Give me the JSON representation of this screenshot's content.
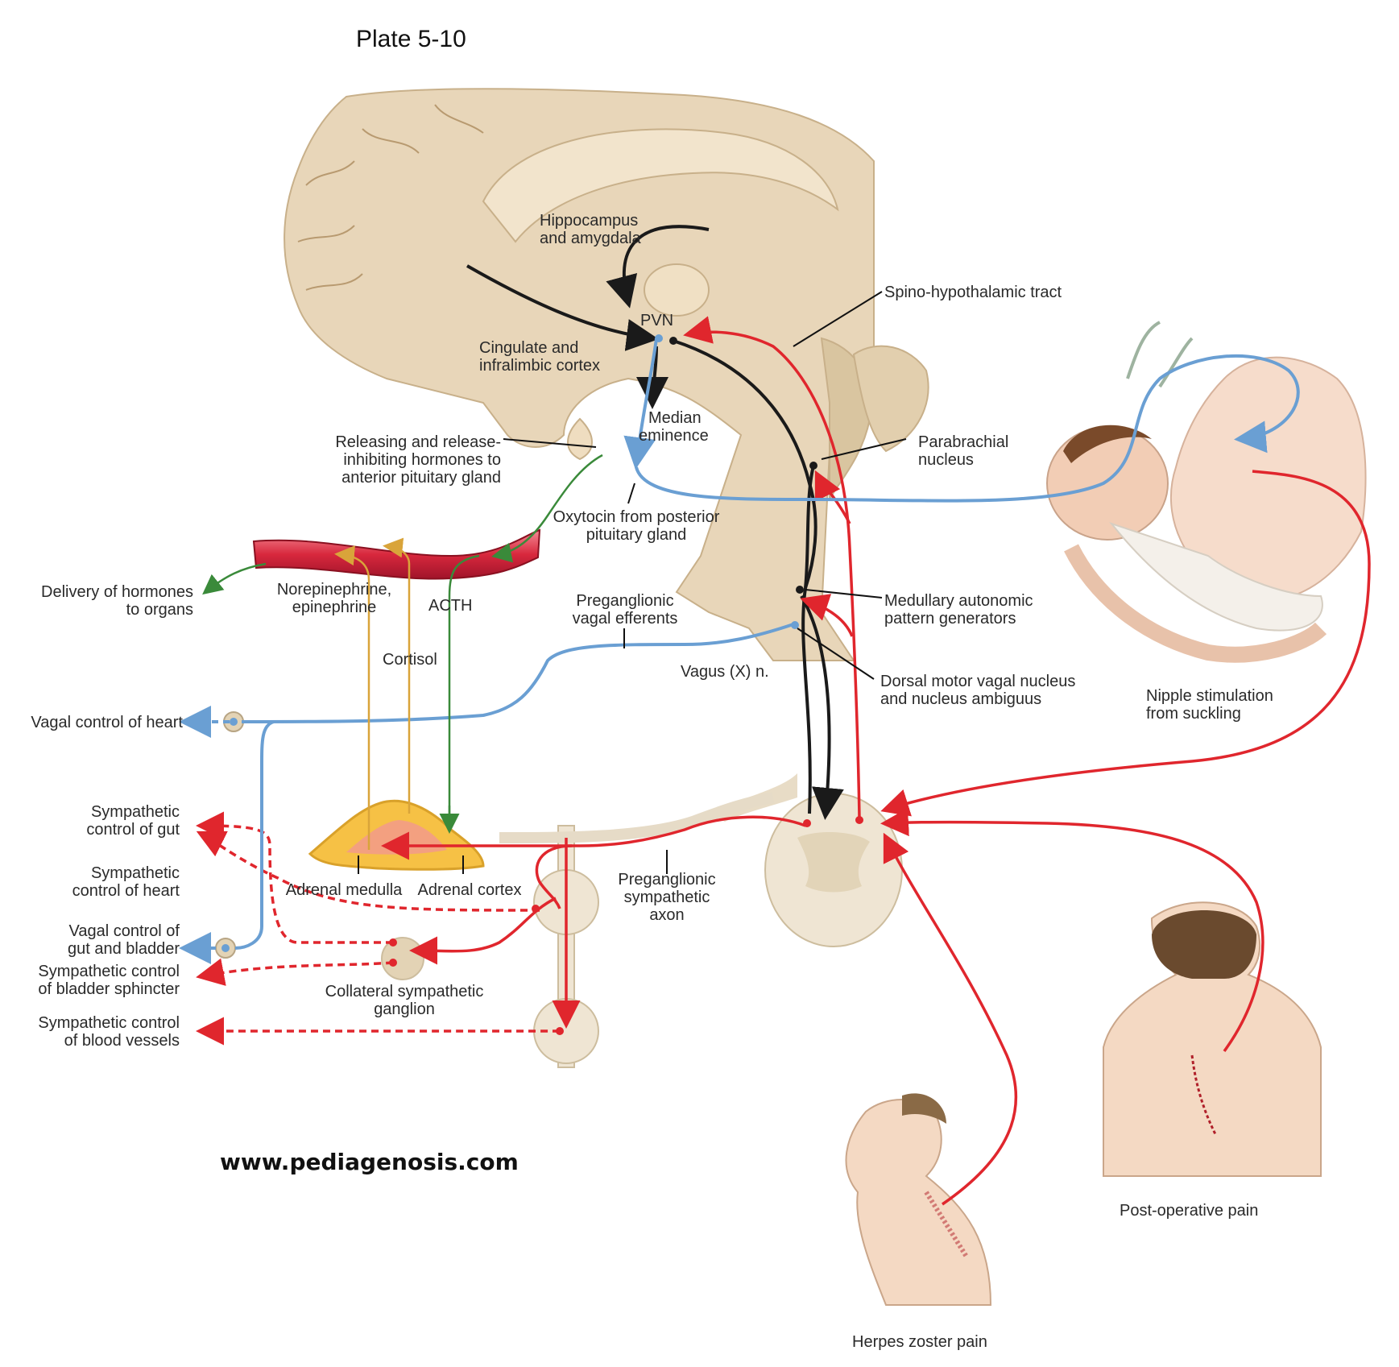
{
  "plate_title": "Plate 5-10",
  "website": "www.pediagenosis.com",
  "labels": {
    "hippocampus": [
      "Hippocampus",
      "and amygdala"
    ],
    "pvn": "PVN",
    "cingulate": [
      "Cingulate and",
      "infralimbic cortex"
    ],
    "spino": "Spino-hypothalamic tract",
    "median": [
      "Median",
      "eminence"
    ],
    "releasing": [
      "Releasing and release-",
      "inhibiting hormones to",
      "anterior pituitary gland"
    ],
    "parabrachial": [
      "Parabrachial",
      "nucleus"
    ],
    "oxytocin": [
      "Oxytocin from posterior",
      "pituitary gland"
    ],
    "delivery": [
      "Delivery of hormones",
      "to organs"
    ],
    "norepi": [
      "Norepinephrine,",
      "epinephrine"
    ],
    "acth": "ACTH",
    "preganglionic_vagal": [
      "Preganglionic",
      "vagal efferents"
    ],
    "medullary": [
      "Medullary autonomic",
      "pattern generators"
    ],
    "cortisol": "Cortisol",
    "vagus": "Vagus (X) n.",
    "dorsal": [
      "Dorsal motor vagal nucleus",
      "and nucleus ambiguus"
    ],
    "nipple": [
      "Nipple stimulation",
      "from suckling"
    ],
    "vagal_heart": "Vagal control of heart",
    "symp_gut": [
      "Sympathetic",
      "control of gut"
    ],
    "symp_heart": [
      "Sympathetic",
      "control of heart"
    ],
    "adrenal_medulla": "Adrenal medulla",
    "adrenal_cortex": "Adrenal cortex",
    "preganglionic_symp": [
      "Preganglionic",
      "sympathetic",
      "axon"
    ],
    "vagal_gut": [
      "Vagal control of",
      "gut and bladder"
    ],
    "symp_bladder": [
      "Sympathetic control",
      "of bladder sphincter"
    ],
    "collateral": [
      "Collateral sympathetic",
      "ganglion"
    ],
    "symp_vessels": [
      "Sympathetic control",
      "of blood vessels"
    ],
    "postop": "Post-operative pain",
    "herpes": "Herpes zoster pain"
  },
  "colors": {
    "sympathetic": "#e0262d",
    "parasympathetic": "#6a9fd3",
    "central": "#1a1a1a",
    "acth": "#3a8a3a",
    "catecholamine": "#d9a43a",
    "tissue": "#e8d6b9"
  }
}
